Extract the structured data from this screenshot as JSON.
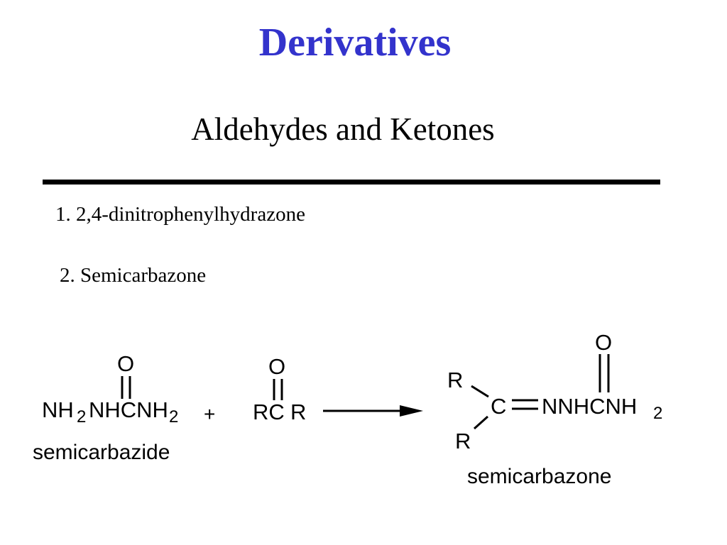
{
  "title": "Derivatives",
  "subtitle": "Aldehydes and Ketones",
  "list": {
    "item1": "1.  2,4-dinitrophenylhydrazone",
    "item2": "2.  Semicarbazone"
  },
  "reaction": {
    "reagent": {
      "oxygen": "O",
      "nh_a": "NH",
      "sub_a": "2",
      "middle": "NHCNH",
      "sub_b": "2",
      "name": "semicarbazide"
    },
    "plus": "+",
    "carbonyl": {
      "oxygen": "O",
      "formula_left": "RC",
      "formula_right": "R"
    },
    "product": {
      "r_top": "R",
      "r_bottom": "R",
      "carbon": "C",
      "chain": "NNHCNH",
      "sub": "2",
      "oxygen": "O",
      "name": "semicarbazone"
    }
  },
  "colors": {
    "title": "#3333cc",
    "text": "#000000",
    "rule": "#000000"
  }
}
